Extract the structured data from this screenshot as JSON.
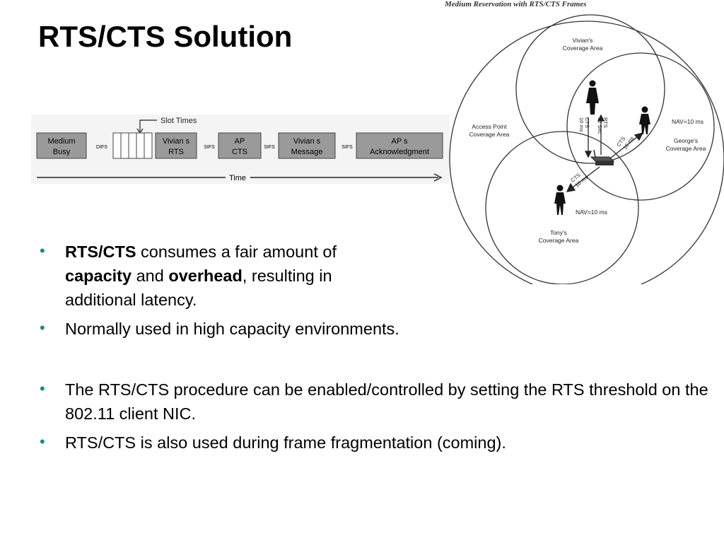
{
  "slide": {
    "title": "RTS/CTS Solution"
  },
  "timing_diagram": {
    "slot_times_label": "Slot Times",
    "time_label": "Time",
    "blocks": [
      {
        "line1": "Medium",
        "line2": "Busy"
      },
      {
        "line1": "DIFS",
        "line2": ""
      },
      {
        "line1": "Vivian s",
        "line2": "RTS"
      },
      {
        "line1": "SIFS",
        "line2": ""
      },
      {
        "line1": "AP",
        "line2": "CTS"
      },
      {
        "line1": "SIFS",
        "line2": ""
      },
      {
        "line1": "Vivian s",
        "line2": "Message"
      },
      {
        "line1": "SIFS",
        "line2": ""
      },
      {
        "line1": "AP s",
        "line2": "Acknowledgment"
      }
    ]
  },
  "coverage_diagram": {
    "caption": "Medium Reservation with RTS/CTS Frames",
    "vivian_area_1": "Vivian's",
    "vivian_area_2": "Coverage Area",
    "ap_area_1": "Access Point",
    "ap_area_2": "Coverage Area",
    "george_area_1": "George's",
    "george_area_2": "Coverage Area",
    "tony_area_1": "Tony's",
    "tony_area_2": "Coverage Area",
    "nav_george": "NAV=10 ms",
    "nav_tony": "NAV=10 ms",
    "rts_label_1": "RTS",
    "rts_label_2": "10 Sec",
    "cts_label_1": "CTS",
    "cts_label_2": "10 ms",
    "cts_george_1": "CTS",
    "cts_george_2": "10 ms",
    "cts_tony_1": "CTS",
    "cts_tony_2": "10 ms"
  },
  "bullets": {
    "b1_bold1": "RTS/CTS",
    "b1_text1": " consumes a fair amount of ",
    "b1_bold2": "capacity",
    "b1_text2": " and ",
    "b1_bold3": "overhead",
    "b1_text3": ", resulting in additional latency.",
    "b2": "Normally used in high capacity environments.",
    "b3": "The RTS/CTS procedure can be enabled/controlled by setting the RTS threshold on the 802.11 client NIC.",
    "b4": "RTS/CTS is also used during frame fragmentation (coming).",
    "bullet_glyph": "•",
    "bullet_color": "#1a8a8a"
  }
}
